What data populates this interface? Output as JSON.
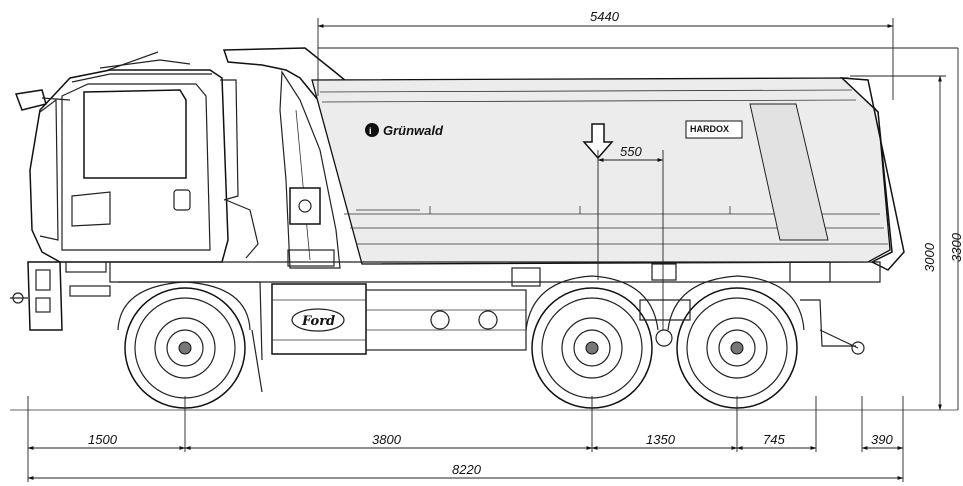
{
  "logos": {
    "brand_body": "Grünwald",
    "steel_brand": "HARDOX",
    "cab_brand": "Ford"
  },
  "dimensions": {
    "front_overhang": "1500",
    "wheelbase_front_to_tandem": "3800",
    "tandem_spacing": "1350",
    "rear_overhang": "745",
    "hitch_extension": "390",
    "overall_length": "8220",
    "body_length": "5440",
    "load_offset": "550",
    "body_height": "3000",
    "overall_height": "3300"
  }
}
